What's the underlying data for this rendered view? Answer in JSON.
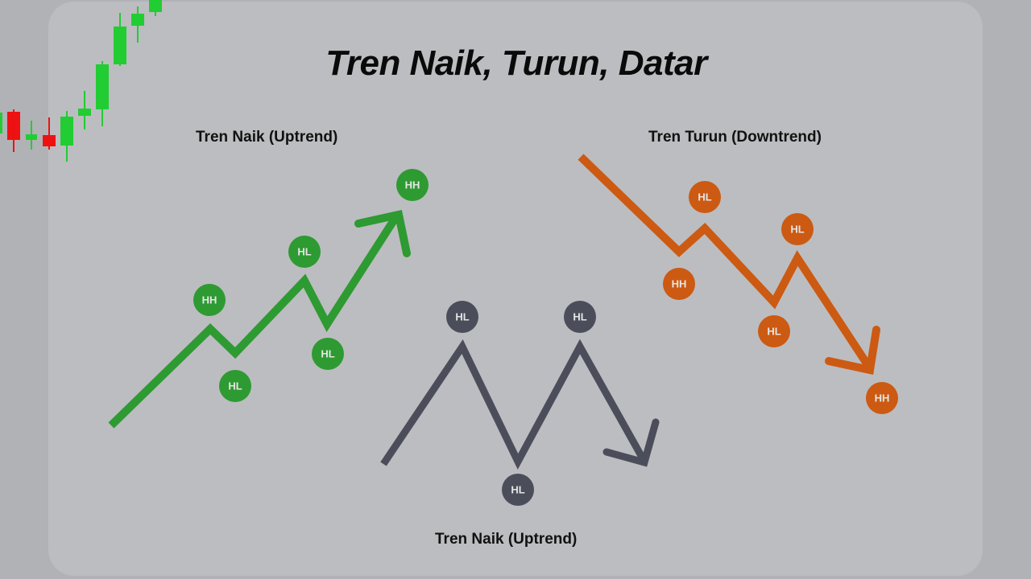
{
  "title": "Tren Naik, Turun, Datar",
  "colors": {
    "background": "#b1b2b6",
    "panel": "#bcbdc0",
    "uptrend": "#2e9a32",
    "downtrend": "#cc5a12",
    "sideways": "#4b4e5a",
    "candle_up": "#22cc33",
    "candle_down": "#ee1111"
  },
  "sections": {
    "uptrend": {
      "label": "Tren Naik (Uptrend)",
      "badges": [
        "HH",
        "HL",
        "HL",
        "HL",
        "HH"
      ]
    },
    "downtrend": {
      "label": "Tren Turun (Downtrend)",
      "badges": [
        "HL",
        "HH",
        "HL",
        "HL",
        "HH"
      ]
    },
    "sideways": {
      "label": "Tren Naik (Uptrend)",
      "badges": [
        "HL",
        "HL",
        "HL"
      ]
    }
  },
  "candlestick_decor": {
    "candles": [
      {
        "dir": "up"
      },
      {
        "dir": "down"
      },
      {
        "dir": "up"
      },
      {
        "dir": "down"
      },
      {
        "dir": "up"
      },
      {
        "dir": "up"
      },
      {
        "dir": "up"
      },
      {
        "dir": "up"
      },
      {
        "dir": "up"
      },
      {
        "dir": "up"
      }
    ]
  }
}
